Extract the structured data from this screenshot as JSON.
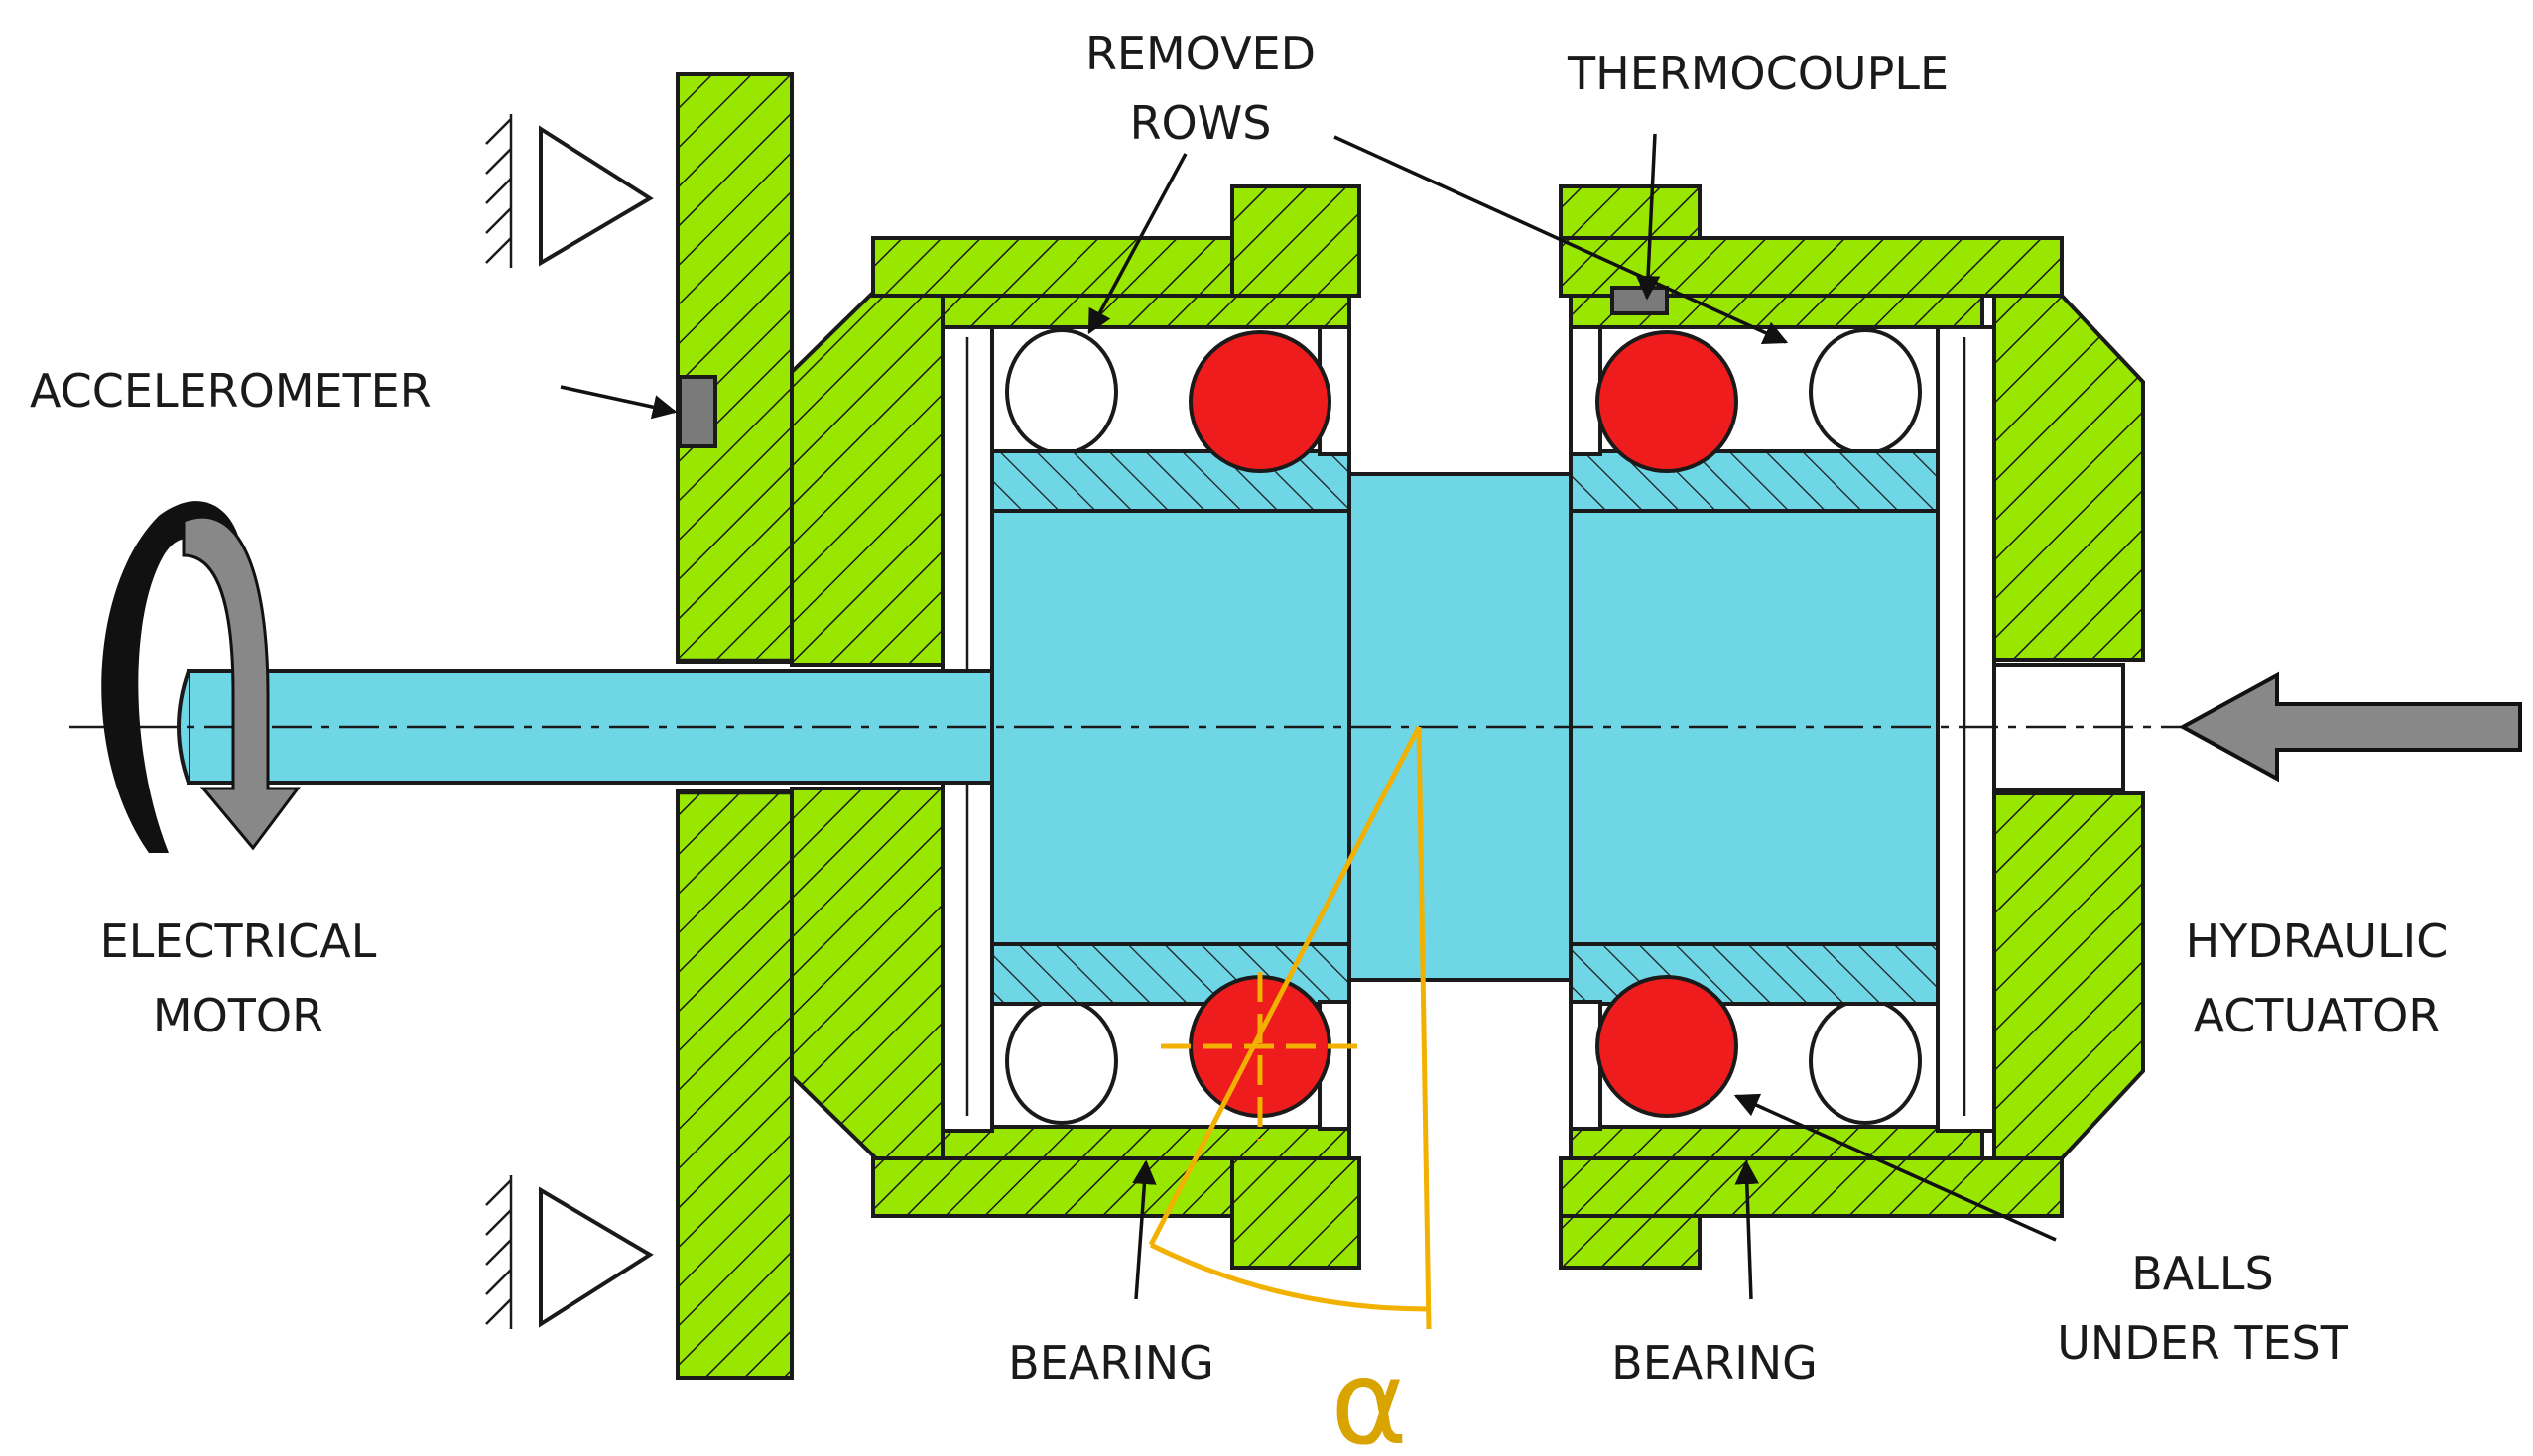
{
  "labels": {
    "removed_rows_line1": "REMOVED",
    "removed_rows_line2": "ROWS",
    "thermocouple": "THERMOCOUPLE",
    "accelerometer": "ACCELEROMETER",
    "electrical_motor_line1": "ELECTRICAL",
    "electrical_motor_line2": "MOTOR",
    "hydraulic_actuator_line1": "HYDRAULIC",
    "hydraulic_actuator_line2": "ACTUATOR",
    "balls_under_test_line1": "BALLS",
    "balls_under_test_line2": "UNDER TEST",
    "bearing_left": "BEARING",
    "bearing_right": "BEARING",
    "contact_angle": "α"
  },
  "colors": {
    "housing": "#99e600",
    "shaft": "#6fd6e6",
    "ball": "#ee1c1c",
    "angle": "#f2b000",
    "accelerometer": "#7a7a7a",
    "outline": "#1a1a1a"
  },
  "icons": {
    "motor": "rotation-arrow-icon",
    "actuator": "push-arrow-icon",
    "support": "fixed-support-icon"
  }
}
